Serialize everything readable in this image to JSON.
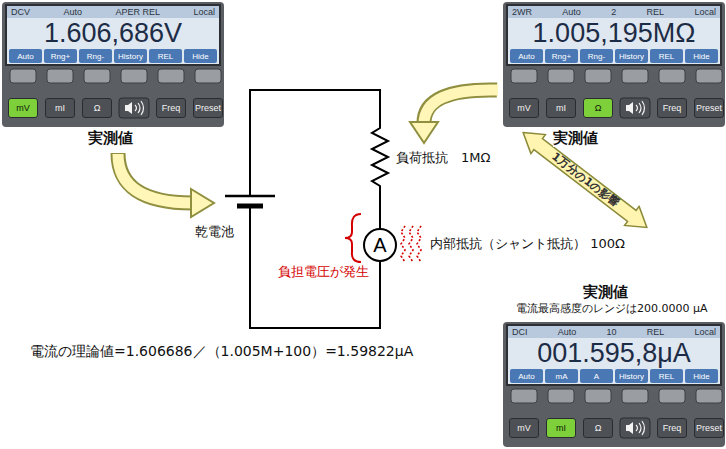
{
  "diagram": {
    "nodes": [
      {
        "text": [
          "DCV",
          "Auto",
          "APER REL",
          "Local",
          "1.606,686V",
          "Auto",
          "Rng+",
          "Rng-",
          "History",
          "REL",
          "Hide"
        ]
      },
      {
        "text": [
          "mV"
        ]
      },
      {
        "text": [
          "mI"
        ]
      },
      {
        "text": [
          "Ω"
        ]
      },
      {
        "text": [
          "Freq"
        ]
      },
      {
        "text": [
          "Preset"
        ]
      },
      {
        "text": [
          "2WR",
          "Auto",
          "2",
          "REL",
          "Local",
          "1.005,195MΩ",
          "Auto",
          "Rng+",
          "Rng-",
          "History",
          "REL",
          "Hide"
        ]
      },
      {
        "text": [
          "mV"
        ]
      },
      {
        "text": [
          "mI"
        ]
      },
      {
        "text": [
          "Ω"
        ]
      },
      {
        "text": [
          "Freq"
        ]
      },
      {
        "text": [
          "Preset"
        ]
      },
      {
        "text": [
          "1万分の1の影響"
        ]
      },
      {
        "text": [
          "A"
        ]
      },
      {
        "text": [
          "DCI",
          "Auto",
          "10",
          "REL",
          "Local",
          "001.595,8μA",
          "Auto",
          "mA",
          "A",
          "History",
          "REL",
          "Hide"
        ]
      },
      {
        "text": [
          "mV"
        ]
      },
      {
        "text": [
          "mI"
        ]
      },
      {
        "text": [
          "Ω"
        ]
      },
      {
        "text": [
          "Freq"
        ]
      },
      {
        "text": [
          "Preset"
        ]
      }
    ],
    "labels": [
      "実測値",
      "実測値",
      "乾電池",
      "負荷抵抗　1MΩ",
      "内部抵抗（シャント抵抗） 100Ω",
      "負担電圧が発生",
      "実測値",
      "電流最高感度のレンジは200.0000 μA",
      "電流の理論値=1.606686／（1.005M+100）=1.59822μA"
    ]
  }
}
